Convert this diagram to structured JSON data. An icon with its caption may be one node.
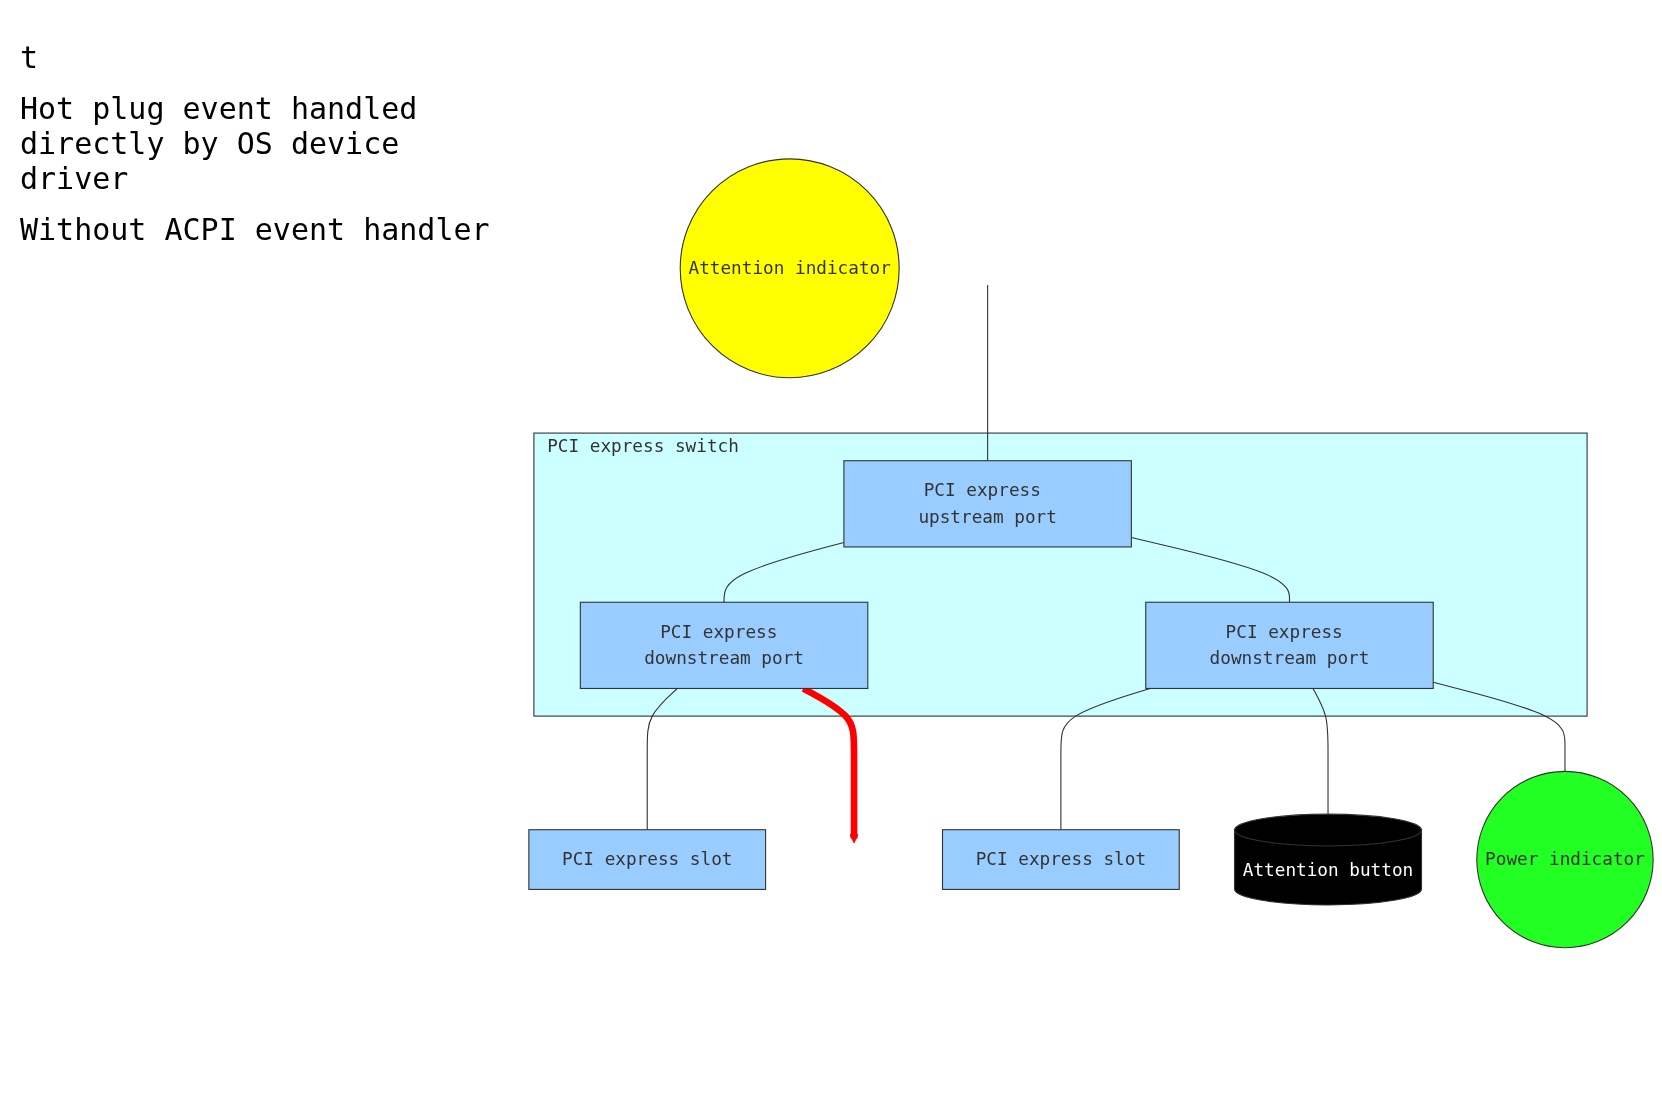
{
  "diagram": {
    "nodes": [
      {
        "text": [
          "PCI express switch"
        ]
      },
      {
        "text": [
          "PCI express upstream port"
        ],
        "in": 0
      },
      {
        "text": [
          "PCI express downstream port"
        ],
        "in": 0
      },
      {
        "text": [
          "PCI express downstream port"
        ],
        "in": 0
      },
      {
        "text": [
          "PCI express slot"
        ]
      },
      {
        "text": [
          "PCI express slot"
        ]
      },
      {
        "text": [
          "Attention button"
        ]
      },
      {
        "text": [
          "Power indicator"
        ]
      },
      {
        "text": [
          "Attention indicator"
        ]
      }
    ],
    "edges": [
      {
        "from": null,
        "to": 1,
        "arrow": "none"
      },
      {
        "from": 1,
        "to": 2,
        "arrow": "none"
      },
      {
        "from": 1,
        "to": 3,
        "arrow": "none"
      },
      {
        "from": 2,
        "to": 4,
        "arrow": "none"
      },
      {
        "from": 3,
        "to": 5,
        "arrow": "none"
      },
      {
        "from": 3,
        "to": 6,
        "arrow": "none"
      },
      {
        "from": 3,
        "to": 7,
        "arrow": "none"
      },
      {
        "from": 2,
        "to": null,
        "arrow": "to",
        "style": "thick",
        "color": "#ff0000"
      }
    ],
    "labels": [
      "t",
      "Hot plug event handled directly by OS device driver",
      "Without ACPI event handler"
    ]
  }
}
